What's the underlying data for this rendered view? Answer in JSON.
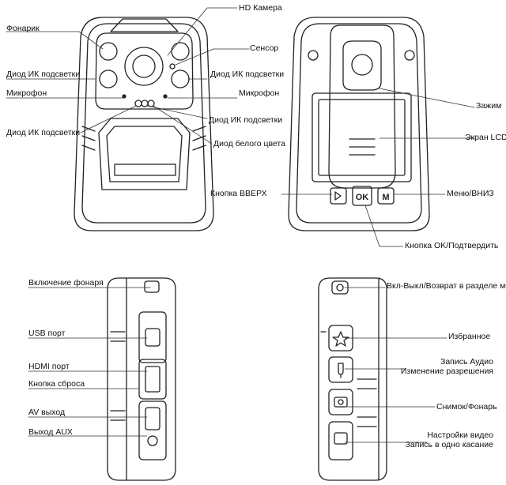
{
  "front": {
    "hd_camera": "HD Камера",
    "flashlight": "Фонарик",
    "sensor": "Сенсор",
    "ir_led_left": "Диод ИК подсветки",
    "ir_led_right": "Диод ИК подсветки",
    "microphone_left": "Микрофон",
    "microphone_right": "Микрофон",
    "ir_led_bottom_left": "Диод ИК подсветки",
    "ir_led_bottom_right": "Диод ИК подсветки",
    "white_led": "Диод белого цвета"
  },
  "back": {
    "clip": "Зажим",
    "lcd_screen": "Экран LCD",
    "up_button": "Кнопка ВВЕРХ",
    "menu_down": "Меню/ВНИЗ",
    "ok_button": "Кнопка OK/Подтвердить",
    "ok_glyph": "OK",
    "m_glyph": "M"
  },
  "left_side": {
    "flashlight_switch": "Включение фонаря",
    "usb_port": "USB порт",
    "hdmi_port": "HDMI порт",
    "reset_button": "Кнопка сброса",
    "av_out": "AV выход",
    "aux_out": "Выход AUX"
  },
  "right_side": {
    "power": "Вкл-Выкл/Возврат в разделе меню",
    "favorite": "Избранное",
    "audio_record": "Запись Аудио",
    "resolution_change": "Изменение разрешения",
    "snapshot_flashlight": "Снимок/Фонарь",
    "video_settings": "Настройки видео",
    "one_touch_record": "Запись в одно касание"
  }
}
